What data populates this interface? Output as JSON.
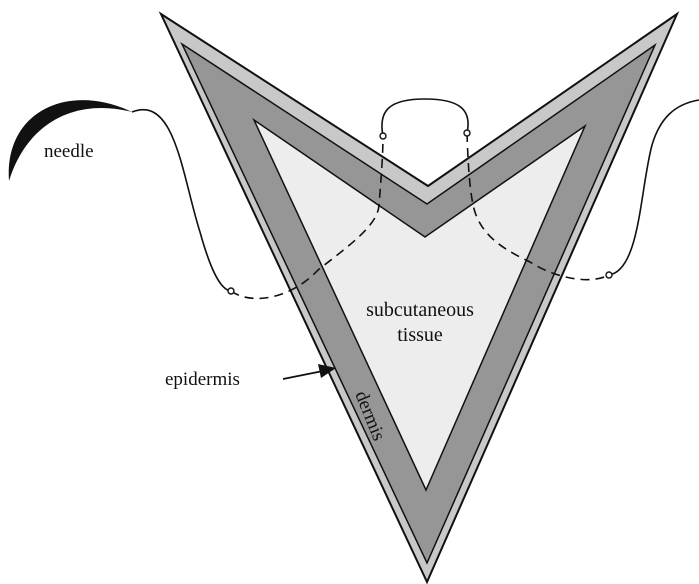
{
  "labels": {
    "needle": "needle",
    "epidermis": "epidermis",
    "subcutaneous_line1": "subcutaneous",
    "subcutaneous_line2": "tissue",
    "dermis": "dermis"
  },
  "colors": {
    "epidermis_layer": "#c8c8c8",
    "dermis_layer": "#969696",
    "subcutaneous_tissue": "#ededed",
    "outline": "#111111",
    "needle": "#111111",
    "suture": "#111111"
  }
}
